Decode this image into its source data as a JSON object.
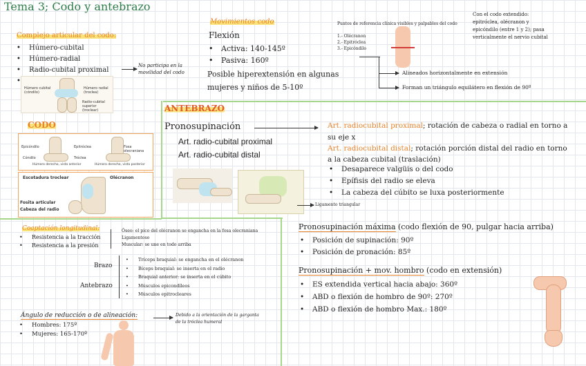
{
  "title": "Tema 3; Codo y antebrazo",
  "complejo": {
    "heading": "Complejo articular del codo:",
    "items": [
      "Húmero-cubital",
      "Húmero-radial",
      "Radio-cubital proximal",
      ""
    ],
    "note": "No participa en la movilidad del codo",
    "img_labels": [
      "Húmero cubital (cóndilo)",
      "Húmero radial (troclea)",
      "Radio-cubital superior (troclear)"
    ]
  },
  "movimientos": {
    "heading": "Movimientos codo",
    "flexion": "Flexión",
    "items": [
      "Activa: 140-145º",
      "Pasiva: 160º"
    ],
    "hiper": "Posible hiperextensión en algunas mujeres y niños de 5-10º"
  },
  "referencia": {
    "heading": "Puntos de referencia clínica visibles y palpables del codo",
    "items": [
      "1.- Olécranon",
      "2.- Epitróclea",
      "3.- Epicóndilo"
    ],
    "note_top": "Con el codo extendido: epitróclea, olécranon y epicóndilo (entre 1 y 2); pasa verticalmente el nervio cubital",
    "arrow1": "Alineados horizontalmente en extensión",
    "arrow2": "Forman un triángulo equilátero en flexión de 90º"
  },
  "codo": {
    "heading": "CODO",
    "img1_labels": [
      "Epicóndilo",
      "Epitróclea",
      "Fosa olecraniana",
      "Cóndilo",
      "Tróclea"
    ],
    "img1_captions": [
      "Húmero derecho, vista anterior",
      "Húmero derecho, vista posterior"
    ],
    "img2_labels": [
      "Escotadura troclear",
      "Olécranon",
      "Fosita articular",
      "Cabeza del radio"
    ]
  },
  "antebrazo": {
    "heading": "ANTEBRAZO",
    "pronosup": "Pronosupinación",
    "arts": [
      "Art. radio-cubital proximal",
      "Art. radio-cubital distal"
    ],
    "ligamento": "Ligamento triangular",
    "desc1_label": "Art. radiocubital proximal",
    "desc1_text": "; rotación de cabeza o radial en torno a su eje x",
    "desc2_label": "Art. radiocubital distal",
    "desc2_text": "; rotación porción distal del radio en torno a la cabeza cubital (traslación)",
    "items": [
      "Desaparece valgüis o del codo",
      "Epífisis del radio se eleva",
      "La cabeza del cúbito se luxa posteriormente"
    ]
  },
  "coaptacion": {
    "heading": "Coaptación longitudinal:",
    "items": [
      "Resistencia a la tracción",
      "Resistencia a la presión"
    ],
    "right": [
      "Óseo: el pico del olécranon se engancha en la fosa olecraniana",
      "Ligamentoso",
      "Muscular: se une en todo arriba"
    ],
    "brazo": "Brazo",
    "antebrazo": "Antebrazo",
    "muscles": [
      "Tríceps braquial: se engancha en el olécranon",
      "Bíceps braquial: se inserta en el radio",
      "Braquial anterior: se inserta en el cúbito",
      "Músculos epicondíleos",
      "Músculos epitrocleares"
    ]
  },
  "angulo": {
    "heading": "Ángulo de reducción o de alineación:",
    "items": [
      "Hombres: 175º",
      "Mujeres: 165-170º"
    ],
    "note": "Debido a la orientación de la garganta de la tróclea humeral"
  },
  "maxima": {
    "heading": "Pronosupinación máxima",
    "heading_note": " (codo flexión de 90, pulgar hacia arriba)",
    "items": [
      "Posición de supinación: 90º",
      "Posición de pronación: 85º"
    ]
  },
  "hombro": {
    "heading": "Pronosupinación + mov. hombro",
    "heading_note": " (codo en extensión)",
    "items": [
      "ES extendida vertical hacia abajo: 360º",
      "ABD o flexión de hombro de 90º: 270º",
      "ABD o flexión de hombro Max.: 180º"
    ]
  }
}
